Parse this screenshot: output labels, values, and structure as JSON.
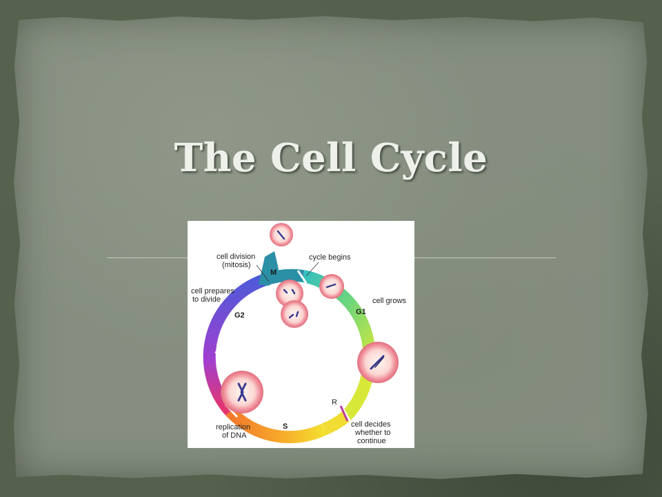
{
  "slide": {
    "title": "The Cell Cycle"
  },
  "diagram": {
    "phases": {
      "m": "M",
      "g1": "G1",
      "s": "S",
      "g2": "G2",
      "r": "R"
    },
    "annotations": {
      "cell_division_line1": "cell division",
      "cell_division_line2": "(mitosis)",
      "cycle_begins": "cycle begins",
      "cell_grows": "cell grows",
      "cell_prepares_line1": "cell prepares",
      "cell_prepares_line2": "to divide",
      "replication_line1": "replication",
      "replication_line2": "of DNA",
      "cell_decides_line1": "cell decides",
      "cell_decides_line2": "whether to",
      "cell_decides_line3": "continue"
    },
    "colors": {
      "m_phase": "#2a8fa8",
      "g1_start": "#34c3b5",
      "g1_end": "#c8e63c",
      "s_phase": "#f5a623",
      "g2_phase": "#8a3fd6",
      "cell_membrane": "#f2a0a8",
      "cell_interior": "#fde8e4",
      "chromosome": "#3a3a8c",
      "restriction_point": "#c0399c"
    }
  }
}
